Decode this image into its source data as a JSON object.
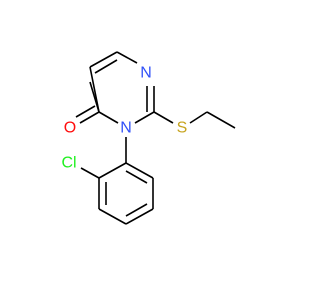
{
  "molecule": {
    "atoms": {
      "ring_nitrogen_top": {
        "label": "N",
        "color": "#3050f8"
      },
      "ring_nitrogen_bottom": {
        "label": "N",
        "color": "#3050f8"
      },
      "carbonyl_oxygen": {
        "label": "O",
        "color": "#ff0d0d"
      },
      "thioether_sulfur": {
        "label": "S",
        "color": "#c6a31e"
      },
      "chlorine": {
        "label": "Cl",
        "color": "#1ff01f"
      }
    }
  }
}
